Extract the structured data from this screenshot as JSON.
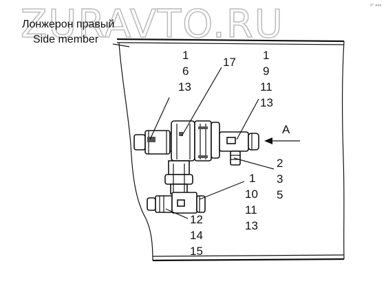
{
  "watermark": "ZURAVTO.RU",
  "corner_mark": "d° aaa",
  "member_label": {
    "ru": "Лонжерон правый",
    "en": "Side member"
  },
  "view_arrow_label": "A",
  "callouts": {
    "left_valve": [
      "1",
      "6",
      "13"
    ],
    "center": [
      "17"
    ],
    "right_valve": [
      "1",
      "9",
      "11",
      "13"
    ],
    "right_side": [
      "2",
      "3",
      "5"
    ],
    "lower_tee": [
      "1",
      "10",
      "11",
      "13"
    ],
    "bottom": [
      "12",
      "14",
      "15"
    ]
  }
}
